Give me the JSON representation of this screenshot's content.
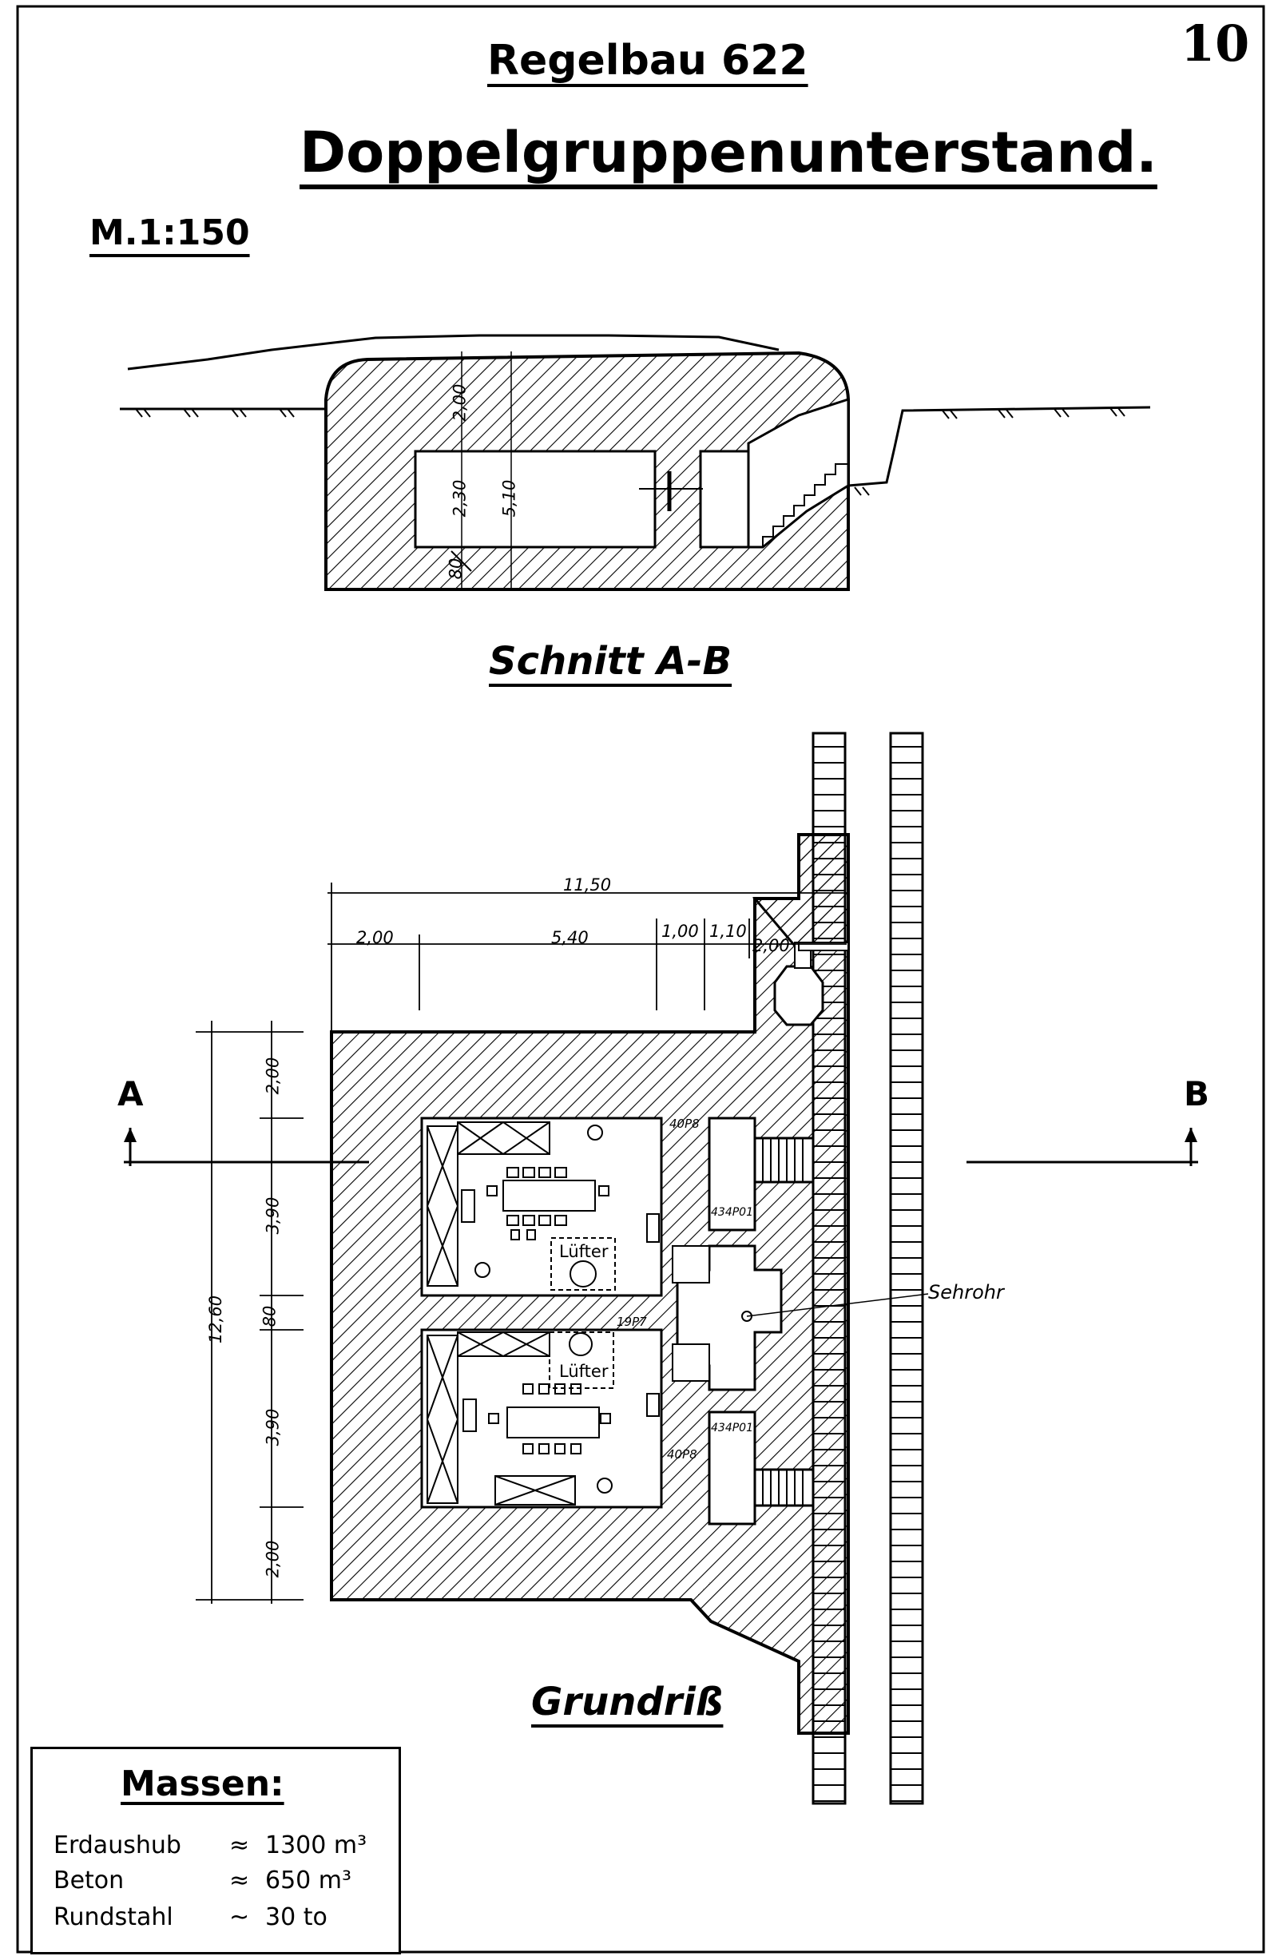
{
  "header": {
    "page_number": "10",
    "series_title": "Regelbau 622",
    "main_title": "Doppelgruppenunterstand.",
    "scale": "M.1:150"
  },
  "section_view": {
    "label": "Schnitt A-B",
    "dims": {
      "roof": "2,00",
      "room_height": "2,30",
      "total_height": "5,10",
      "floor": "80"
    }
  },
  "plan_view": {
    "label": "Grundriß",
    "section_markers": {
      "a": "A",
      "b": "B"
    },
    "dims_horizontal": {
      "total": "11,50",
      "wall_left": "2,00",
      "room": "5,40",
      "d1": "1,00",
      "d2": "1,10",
      "d3": "2,00"
    },
    "dims_vertical": {
      "total": "12,60",
      "wall_top": "2,00",
      "room_upper": "3,90",
      "mid_wall": "80",
      "room_lower": "3,90",
      "wall_bottom": "2,00"
    },
    "room_labels": {
      "vent_upper": "Lüfter",
      "vent_lower": "Lüfter"
    },
    "door_labels": {
      "d_upper_outer": "434P01",
      "d_lower_outer": "434P01",
      "d_mid": "19P7",
      "hatch_upper": "40P8",
      "hatch_lower": "40P8"
    },
    "periscope": "Sehrohr"
  },
  "masses": {
    "title": "Massen:",
    "rows": [
      {
        "label": "Erdaushub",
        "approx": "≈",
        "value": "1300 m³"
      },
      {
        "label": "Beton",
        "approx": "≈",
        "value": "650 m³"
      },
      {
        "label": "Rundstahl",
        "approx": "~",
        "value": "30 to"
      }
    ]
  }
}
